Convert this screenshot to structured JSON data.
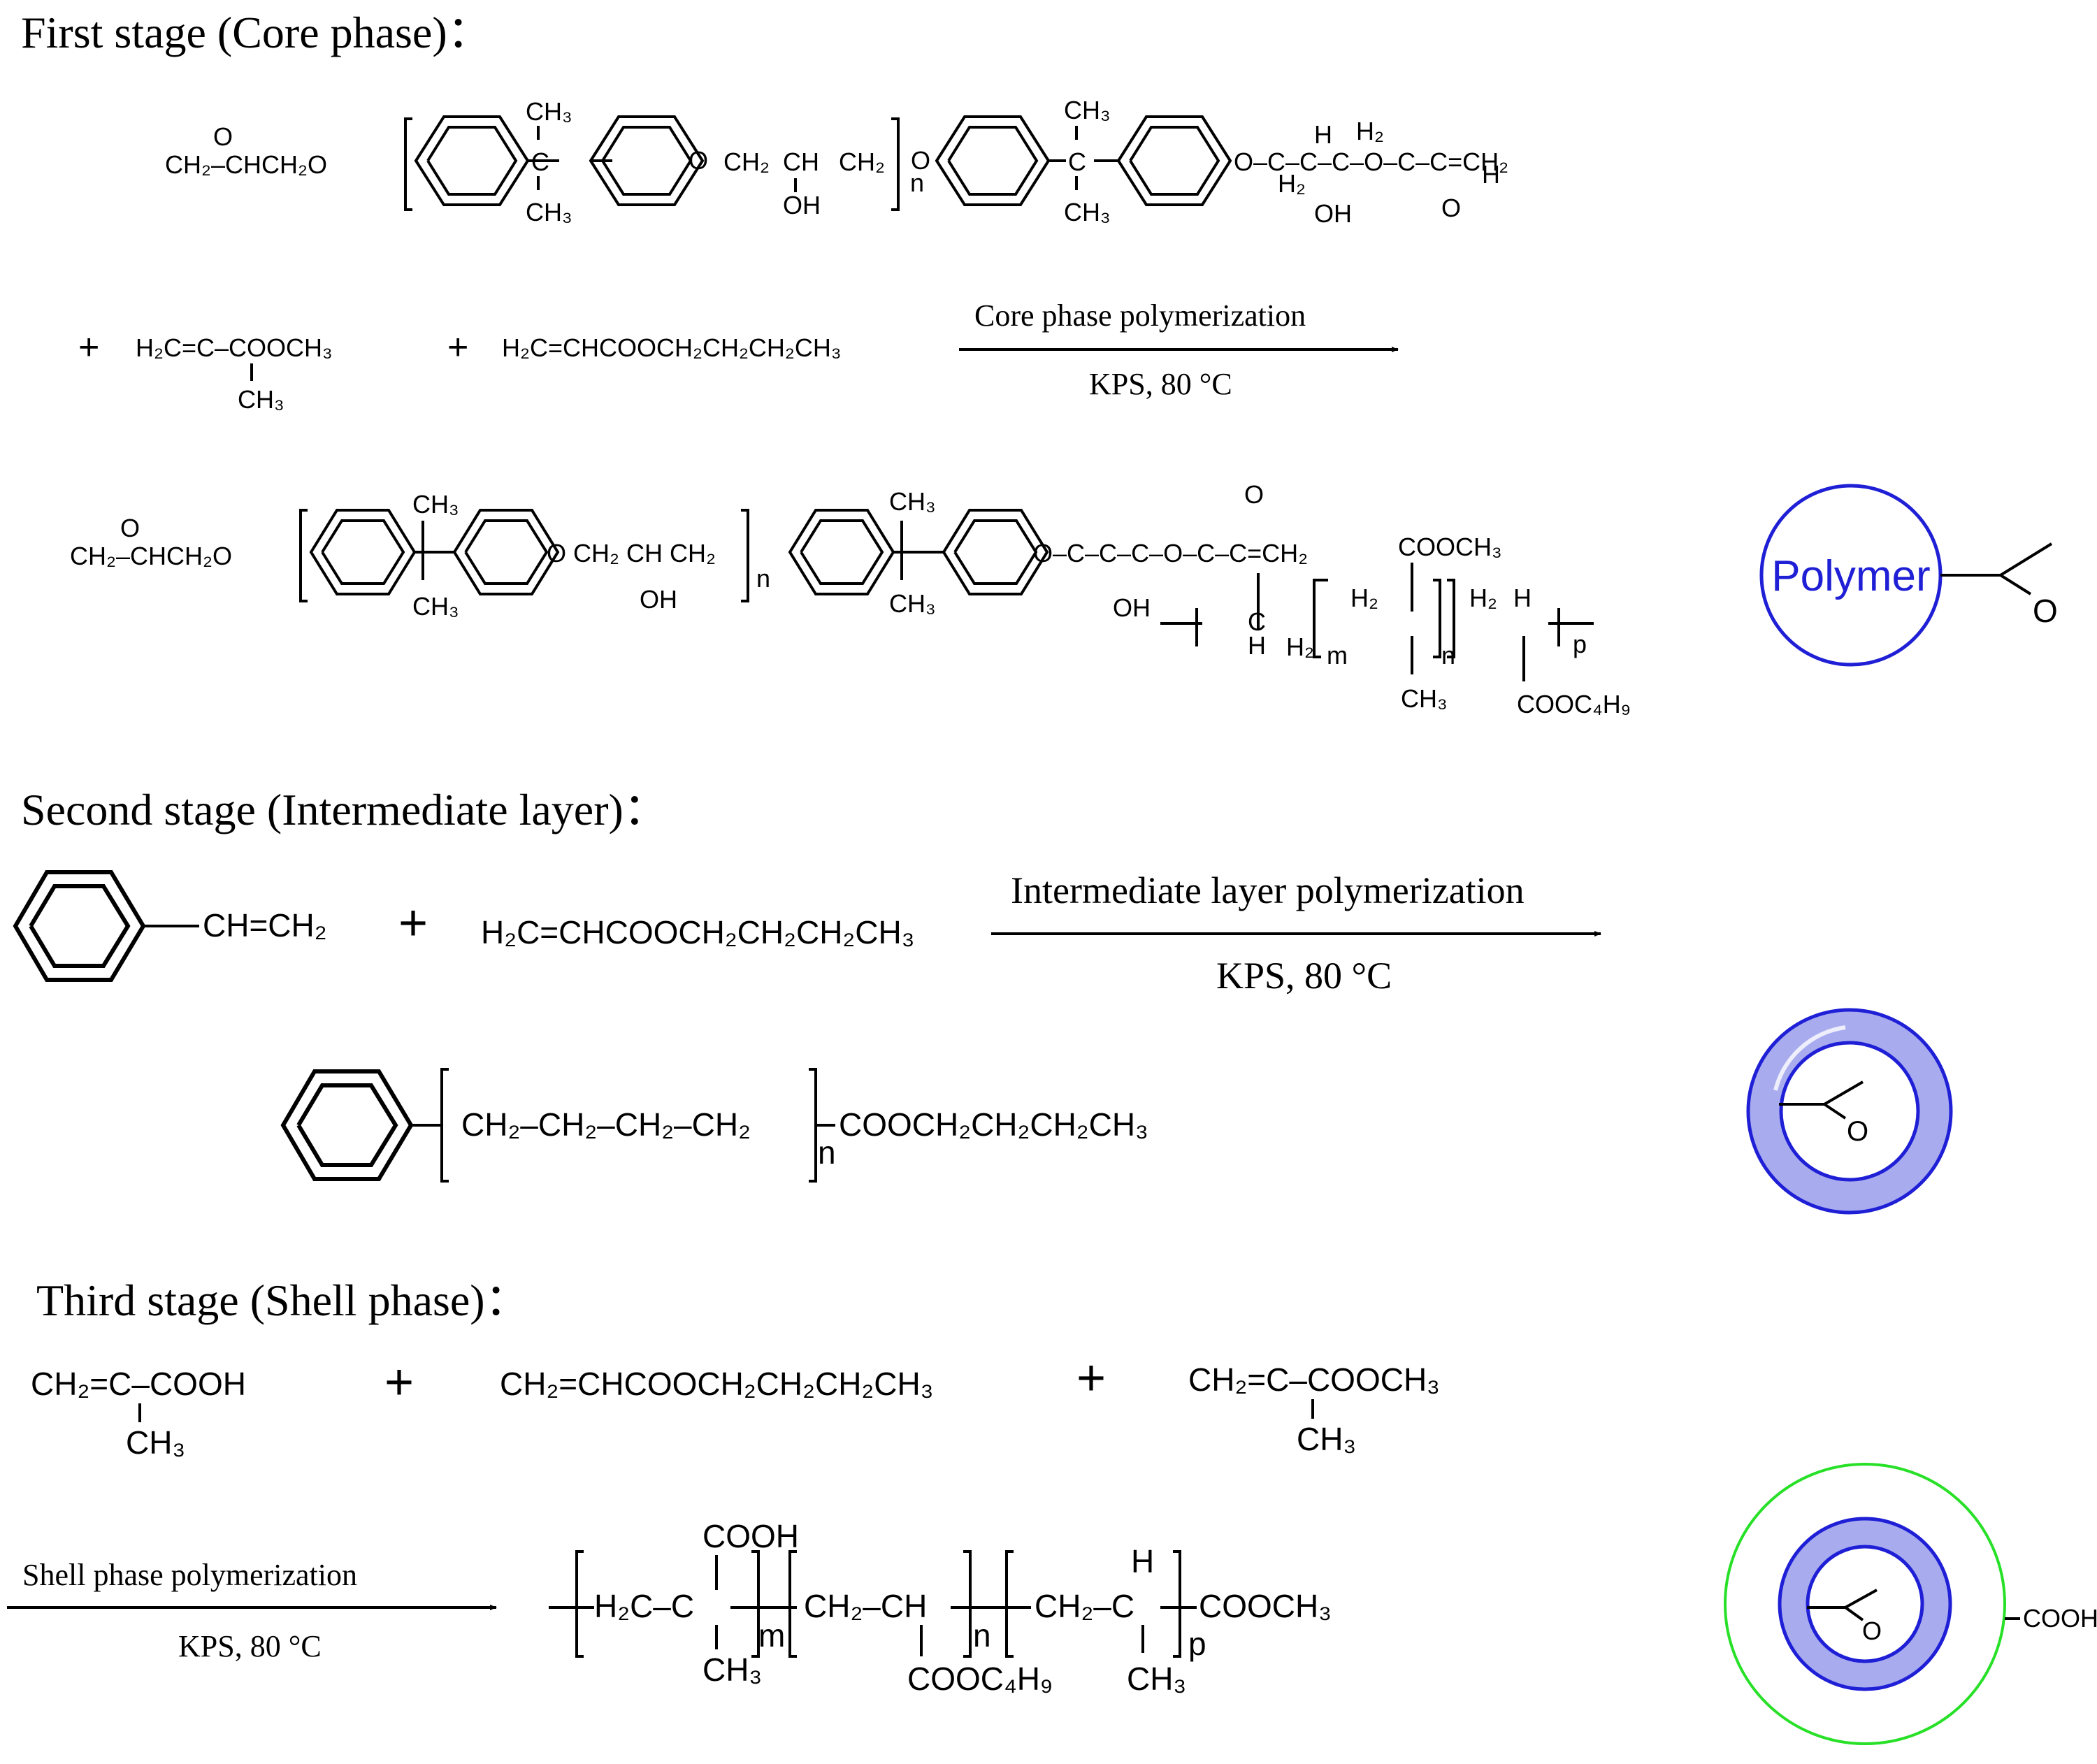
{
  "headings": {
    "first": "First stage (Core phase)：",
    "second": "Second stage (Intermediate layer)：",
    "third": "Third stage (Shell phase)："
  },
  "arrows": {
    "core": {
      "label": "Core phase polymerization",
      "condition": "KPS, 80 °C"
    },
    "intermediate": {
      "label": "Intermediate layer polymerization",
      "condition": "KPS, 80 °C"
    },
    "shell": {
      "label": "Shell phase polymerization",
      "condition": "KPS, 80 °C"
    }
  },
  "stage1": {
    "reactant1": {
      "end_left": "CH₂–CHCH₂O",
      "epoxide_o": "O",
      "ether_o": "O",
      "ch2": "CH₂",
      "ch": "CH",
      "ch2b": "CH₂",
      "oh": "OH",
      "n": "n",
      "cme": "C",
      "ch3a": "CH₃",
      "ch3b": "CH₃",
      "o_right": "O",
      "ester_tail": "O–C–C–C–O–C–C=CH₂",
      "h2a": "H₂",
      "h": "H",
      "h2b": "H₂",
      "carbonyl_o": "O",
      "hb": "H"
    },
    "plus": "+",
    "mma": {
      "formula": "H₂C=C–COOCH₃",
      "ch3": "CH₃"
    },
    "ba": "H₂C=CHCOOCH₂CH₂CH₂CH₃",
    "product": {
      "end_left": "CH₂–CHCH₂O",
      "segment": "O CH₂ CH CH₂",
      "oh": "OH",
      "n": "n",
      "coome": "COOCH₃",
      "m": "m",
      "p": "p",
      "coobu": "COOC₄H₉",
      "ch3": "CH₃",
      "h2": "H₂",
      "h": "H",
      "c": "C",
      "o": "O"
    },
    "particle_label": "Polymer",
    "particle_o": "O"
  },
  "stage2": {
    "styrene": "CH=CH₂",
    "plus": "+",
    "ba": "H₂C=CHCOOCH₂CH₂CH₂CH₃",
    "product": "CH₂–CH₂–CH₂–CH₂",
    "product_end": "COOCH₂CH₂CH₂CH₃",
    "n": "n",
    "particle_o": "O"
  },
  "stage3": {
    "maa": {
      "formula": "CH₂=C–COOH",
      "ch3": "CH₃"
    },
    "plus": "+",
    "ba": "CH₂=CHCOOCH₂CH₂CH₂CH₃",
    "mma": {
      "formula": "CH₂=C–COOCH₃",
      "ch3": "CH₃"
    },
    "product": {
      "unit1": "H₂C–C",
      "cooh": "COOH",
      "ch3a": "CH₃",
      "m": "m",
      "unit2": "CH₂–CH",
      "coobu": "COOC₄H₉",
      "n": "n",
      "unit3": "CH₂–C",
      "h": "H",
      "ch3b": "CH₃",
      "p": "p",
      "end": "COOCH₃"
    },
    "particle_o": "O",
    "particle_label": "COOH"
  },
  "colors": {
    "shell_blue": "#1f1fd6",
    "ring_fill": "#a8acef",
    "shell_green": "#27e027"
  }
}
